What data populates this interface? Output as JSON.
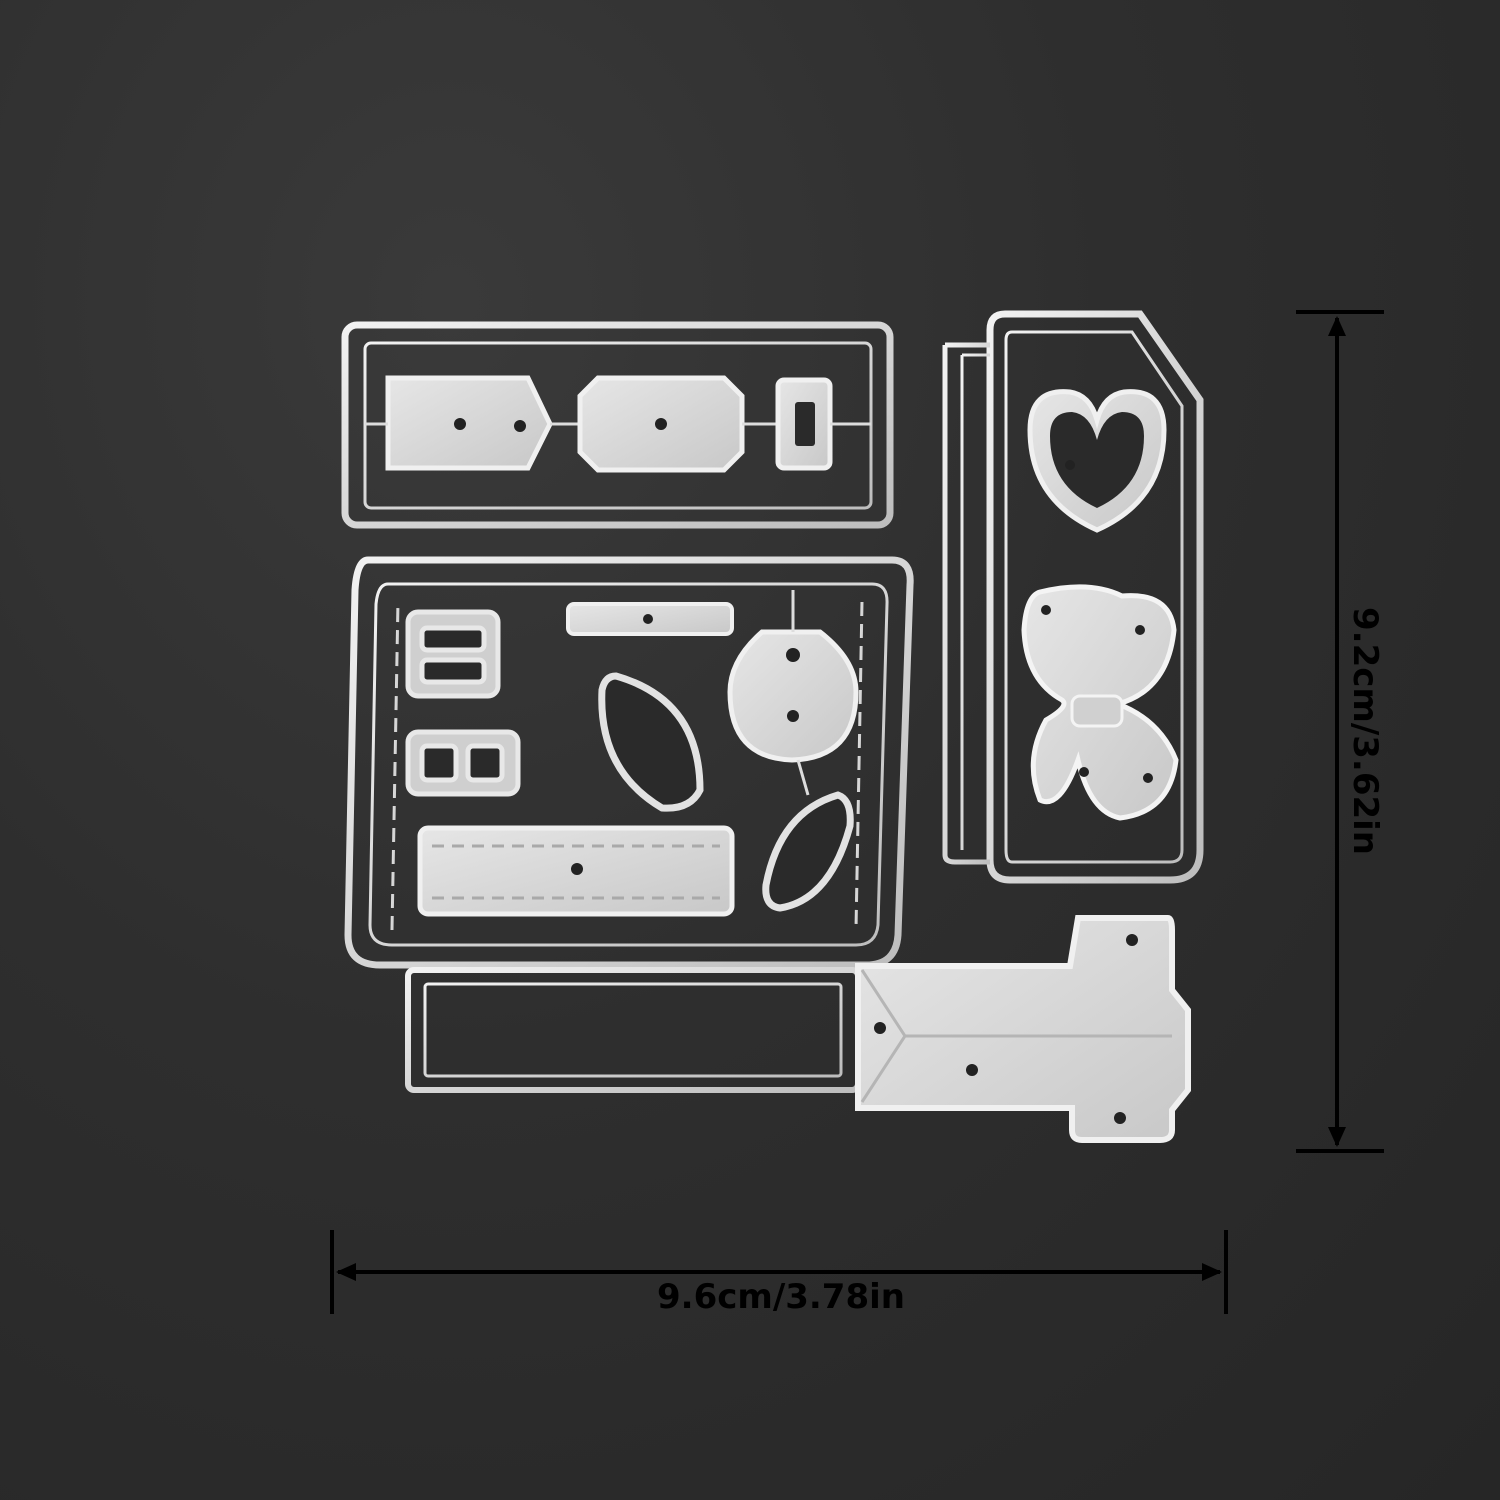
{
  "photo": {
    "subject": "metal cutting die set",
    "background_color": "#2b2b2b",
    "die_color": "#d9d9d9",
    "dimension_line_color": "#000000"
  },
  "dimensions": {
    "height_label": "9.2cm/3.62in",
    "width_label": "9.6cm/3.78in"
  }
}
